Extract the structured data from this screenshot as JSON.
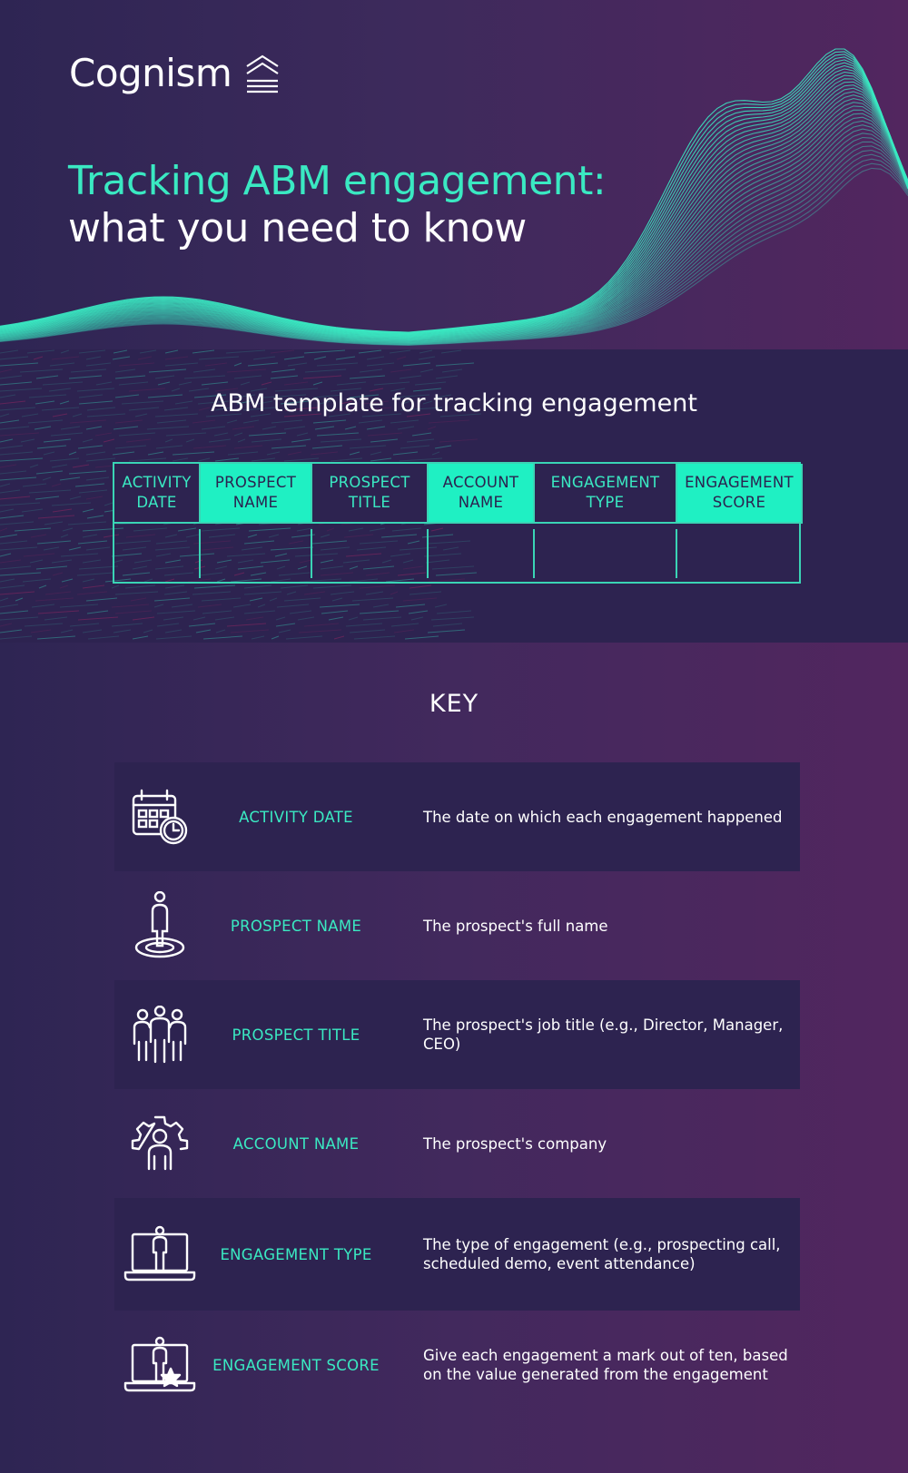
{
  "brand": {
    "name": "Cognism",
    "accent": "#3ae9c2",
    "background": "#2d2350",
    "purple": "#52265f"
  },
  "hero": {
    "title_line1": "Tracking ABM engagement:",
    "title_line2": "what you need to know"
  },
  "template": {
    "title": "ABM template for tracking engagement",
    "columns": [
      {
        "line1": "ACTIVITY",
        "line2": "DATE",
        "style": "dark"
      },
      {
        "line1": "PROSPECT",
        "line2": "NAME",
        "style": "light"
      },
      {
        "line1": "PROSPECT",
        "line2": "TITLE",
        "style": "dark"
      },
      {
        "line1": "ACCOUNT",
        "line2": "NAME",
        "style": "light"
      },
      {
        "line1": "ENGAGEMENT",
        "line2": "TYPE",
        "style": "dark"
      },
      {
        "line1": "ENGAGEMENT",
        "line2": "SCORE",
        "style": "light"
      }
    ]
  },
  "key": {
    "title": "KEY",
    "items": [
      {
        "icon": "calendar-clock-icon",
        "label": "ACTIVITY DATE",
        "description": "The date on which each engagement happened"
      },
      {
        "icon": "person-on-target-icon",
        "label": "PROSPECT NAME",
        "description": "The prospect's full name"
      },
      {
        "icon": "group-of-people-icon",
        "label": "PROSPECT TITLE",
        "description": "The prospect's job title (e.g., Director, Manager, CEO)"
      },
      {
        "icon": "person-in-gear-icon",
        "label": "ACCOUNT NAME",
        "description": "The prospect's company"
      },
      {
        "icon": "person-on-laptop-icon",
        "label": "ENGAGEMENT TYPE",
        "description": "The type of engagement (e.g., prospecting call, scheduled demo, event attendance)"
      },
      {
        "icon": "laptop-star-icon",
        "label": "ENGAGEMENT SCORE",
        "description": "Give each engagement a mark out of ten, based on the value generated from the engagement"
      }
    ]
  }
}
